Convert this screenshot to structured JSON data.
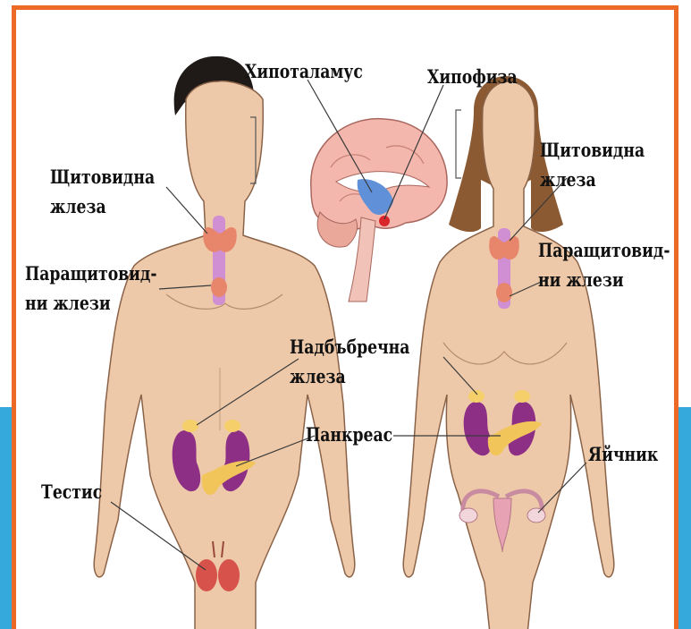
{
  "colors": {
    "frame_border": "#ec6a26",
    "slide_band": "#35a8dc",
    "skin": "#edc9a9",
    "skin_outline": "#8a6248",
    "male_hair": "#1f1a18",
    "female_hair": "#8b5a33",
    "thyroid": "#e7866b",
    "trachea": "#cf8fd2",
    "kidney": "#8e2f86",
    "pancreas": "#f2c55b",
    "adrenal": "#f5cf6a",
    "brain": "#f4b7ad",
    "hypothalamus": "#5f90d8",
    "pituitary": "#d8262b",
    "leader_line": "#3a3a3a"
  },
  "labels": {
    "hypothalamus": "Хипоталамус",
    "pituitary": "Хипофиза",
    "thyroid_male": [
      "Щитовидна",
      "жлеза"
    ],
    "parathyroid_male": [
      "Паращитовид-",
      "ни жлези"
    ],
    "thyroid_female": [
      "Щитовидна",
      "жлеза"
    ],
    "parathyroid_female": [
      "Паращитовид-",
      "ни жлези"
    ],
    "adrenal": [
      "Надбъбречна",
      "жлеза"
    ],
    "pancreas": "Панкреас",
    "testis": "Тестис",
    "ovary": "Яйчник"
  }
}
